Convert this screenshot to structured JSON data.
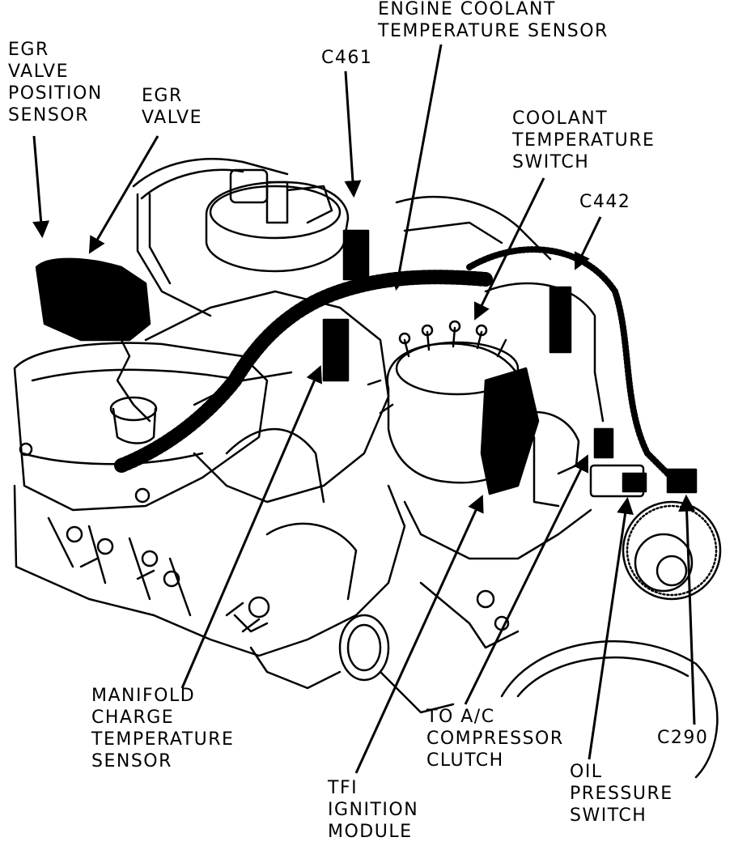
{
  "diagram": {
    "ink_color": "#000000",
    "paper_color": "#ffffff",
    "callouts": [
      {
        "id": "egr-valve-position-sensor",
        "text": "EGR\nVALVE\nPOSITION\nSENSOR"
      },
      {
        "id": "egr-valve",
        "text": "EGR\nVALVE"
      },
      {
        "id": "c461",
        "text": "C461"
      },
      {
        "id": "engine-coolant-temperature-sensor",
        "text": "ENGINE COOLANT\nTEMPERATURE SENSOR"
      },
      {
        "id": "coolant-temperature-switch",
        "text": "COOLANT\nTEMPERATURE\nSWITCH"
      },
      {
        "id": "c442",
        "text": "C442"
      },
      {
        "id": "manifold-charge-temperature-sensor",
        "text": "MANIFOLD\nCHARGE\nTEMPERATURE\nSENSOR"
      },
      {
        "id": "tfi-ignition-module",
        "text": "TFI\nIGNITION\nMODULE"
      },
      {
        "id": "to-ac-compressor-clutch",
        "text": "TO A/C\nCOMPRESSOR\nCLUTCH"
      },
      {
        "id": "c290",
        "text": "C290"
      },
      {
        "id": "oil-pressure-switch",
        "text": "OIL\nPRESSURE\nSWITCH"
      }
    ]
  }
}
